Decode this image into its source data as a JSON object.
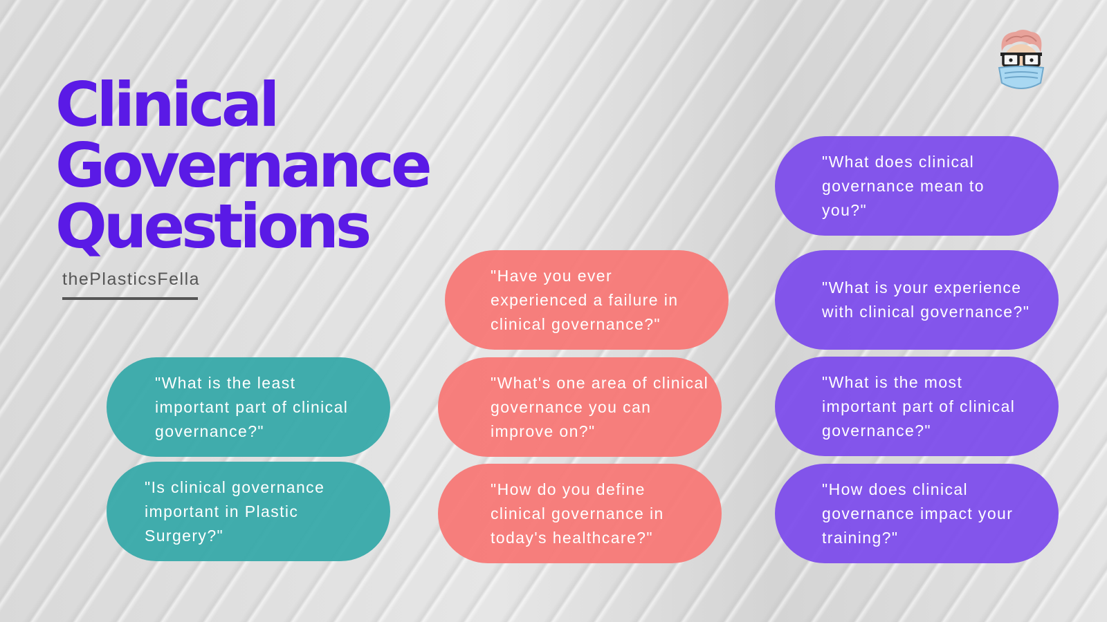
{
  "title_lines": [
    "Clinical",
    "Governance",
    "Questions"
  ],
  "brand": "thePlasticsFella",
  "colors": {
    "title": "#5a1ae6",
    "teal": "#34a8a8",
    "coral": "#f77674",
    "purple": "#7c4aec",
    "brand_text": "#555555"
  },
  "mascot_icon": "bespectacled-doctor-with-mask-icon",
  "questions": {
    "teal": [
      "\"What is the least important part of clinical governance?\"",
      "\"Is clinical governance important in Plastic Surgery?\""
    ],
    "coral": [
      "\"Have you ever experienced a failure in clinical governance?\"",
      "\"What's one area of clinical governance you can improve on?\"",
      "\"How do you define clinical governance in today's healthcare?\""
    ],
    "purple": [
      "\"What does clinical governance mean to you?\"",
      "\"What is your experience with clinical governance?\"",
      "\"What is the most important part of clinical governance?\"",
      "\"How does clinical governance impact your training?\""
    ]
  }
}
